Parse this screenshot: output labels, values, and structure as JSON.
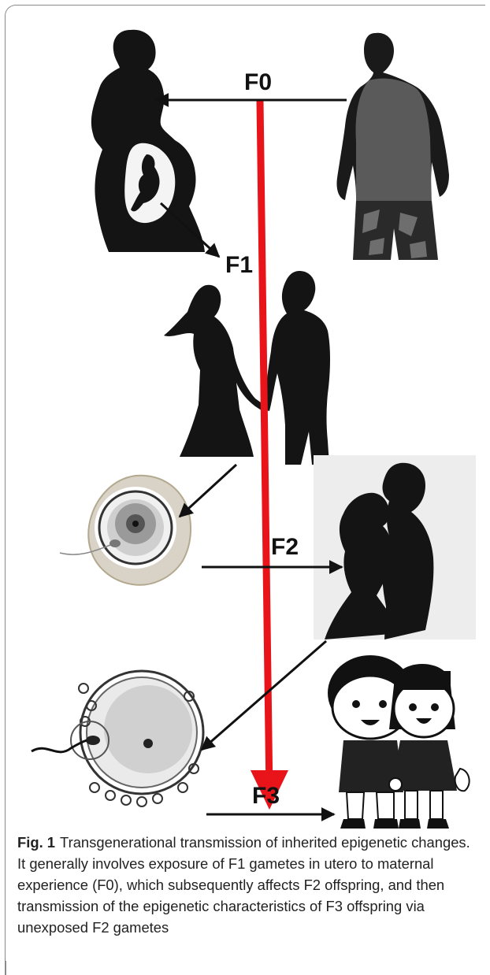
{
  "labels": {
    "f0": "F0",
    "f1": "F1",
    "f2": "F2",
    "f3": "F3"
  },
  "caption": {
    "prefix": "Fig. 1",
    "text": "Transgenerational transmission of inherited epigenetic changes. It generally involves exposure of F1 gametes in utero to maternal experience (F0), which subsequently affects F2 offspring, and then transmission of the epigenetic characteristics of F3 offspring via unexposed F2 gametes"
  },
  "colors": {
    "main_arrow": "#e8141a",
    "arrow": "#111111",
    "silhouette": "#141414",
    "shirt": "#5a5a5a"
  },
  "icons": [
    "pregnant-woman-silhouette",
    "man-silhouette",
    "couple-holding-hands-silhouette",
    "egg-cell",
    "kissing-couple-silhouette",
    "fertilized-egg-cell",
    "cartoon-children"
  ]
}
